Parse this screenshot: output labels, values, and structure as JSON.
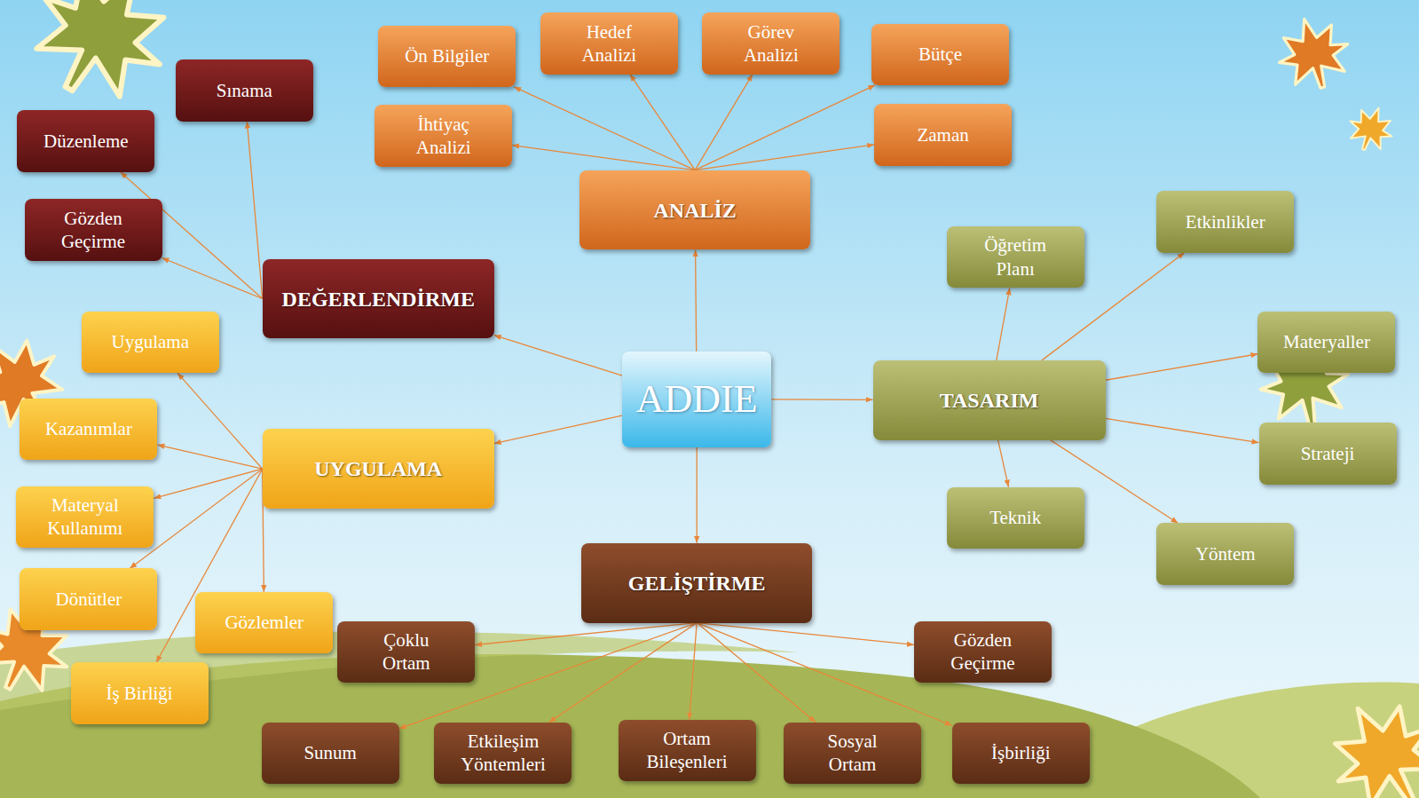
{
  "diagram": {
    "nodes": [
      {
        "text": [
          "ADDIE"
        ]
      },
      {
        "text": [
          "ANALİZ"
        ]
      },
      {
        "text": [
          "Ön Bilgiler"
        ]
      },
      {
        "text": [
          "Hedef Analizi"
        ]
      },
      {
        "text": [
          "Görev Analizi"
        ]
      },
      {
        "text": [
          "Bütçe"
        ]
      },
      {
        "text": [
          "İhtiyaç Analizi"
        ]
      },
      {
        "text": [
          "Zaman"
        ]
      },
      {
        "text": [
          "TASARIM"
        ]
      },
      {
        "text": [
          "Öğretim Planı"
        ]
      },
      {
        "text": [
          "Etkinlikler"
        ]
      },
      {
        "text": [
          "Materyaller"
        ]
      },
      {
        "text": [
          "Strateji"
        ]
      },
      {
        "text": [
          "Teknik"
        ]
      },
      {
        "text": [
          "Yöntem"
        ]
      },
      {
        "text": [
          "GELİŞTİRME"
        ]
      },
      {
        "text": [
          "Çoklu Ortam"
        ]
      },
      {
        "text": [
          "Gözden Geçirme"
        ]
      },
      {
        "text": [
          "Sunum"
        ]
      },
      {
        "text": [
          "Etkileşim Yöntemleri"
        ]
      },
      {
        "text": [
          "Ortam Bileşenleri"
        ]
      },
      {
        "text": [
          "Sosyal Ortam"
        ]
      },
      {
        "text": [
          "İşbirliği"
        ]
      },
      {
        "text": [
          "UYGULAMA"
        ]
      },
      {
        "text": [
          "Uygulama"
        ]
      },
      {
        "text": [
          "Kazanımlar"
        ]
      },
      {
        "text": [
          "Materyal Kullanımı"
        ]
      },
      {
        "text": [
          "Dönütler"
        ]
      },
      {
        "text": [
          "Gözlemler"
        ]
      },
      {
        "text": [
          "İş Birliği"
        ]
      },
      {
        "text": [
          "DEĞERLENDİRME"
        ]
      },
      {
        "text": [
          "Sınama"
        ]
      },
      {
        "text": [
          "Düzenleme"
        ]
      },
      {
        "text": [
          "Gözden Geçirme"
        ]
      }
    ],
    "edges": [
      {
        "from": 0,
        "to": 1,
        "arrow": "to"
      },
      {
        "from": 0,
        "to": 8,
        "arrow": "to"
      },
      {
        "from": 0,
        "to": 15,
        "arrow": "to"
      },
      {
        "from": 0,
        "to": 23,
        "arrow": "to"
      },
      {
        "from": 0,
        "to": 30,
        "arrow": "to"
      },
      {
        "from": 1,
        "to": 2,
        "arrow": "to"
      },
      {
        "from": 1,
        "to": 3,
        "arrow": "to"
      },
      {
        "from": 1,
        "to": 4,
        "arrow": "to"
      },
      {
        "from": 1,
        "to": 5,
        "arrow": "to"
      },
      {
        "from": 1,
        "to": 6,
        "arrow": "to"
      },
      {
        "from": 1,
        "to": 7,
        "arrow": "to"
      },
      {
        "from": 8,
        "to": 9,
        "arrow": "to"
      },
      {
        "from": 8,
        "to": 10,
        "arrow": "to"
      },
      {
        "from": 8,
        "to": 11,
        "arrow": "to"
      },
      {
        "from": 8,
        "to": 12,
        "arrow": "to"
      },
      {
        "from": 8,
        "to": 13,
        "arrow": "to"
      },
      {
        "from": 8,
        "to": 14,
        "arrow": "to"
      },
      {
        "from": 15,
        "to": 16,
        "arrow": "to"
      },
      {
        "from": 15,
        "to": 17,
        "arrow": "to"
      },
      {
        "from": 15,
        "to": 18,
        "arrow": "to"
      },
      {
        "from": 15,
        "to": 19,
        "arrow": "to"
      },
      {
        "from": 15,
        "to": 20,
        "arrow": "to"
      },
      {
        "from": 15,
        "to": 21,
        "arrow": "to"
      },
      {
        "from": 15,
        "to": 22,
        "arrow": "to"
      },
      {
        "from": 23,
        "to": 24,
        "arrow": "to"
      },
      {
        "from": 23,
        "to": 25,
        "arrow": "to"
      },
      {
        "from": 23,
        "to": 26,
        "arrow": "to"
      },
      {
        "from": 23,
        "to": 27,
        "arrow": "to"
      },
      {
        "from": 23,
        "to": 28,
        "arrow": "to"
      },
      {
        "from": 23,
        "to": 29,
        "arrow": "to"
      },
      {
        "from": 30,
        "to": 31,
        "arrow": "to"
      },
      {
        "from": 30,
        "to": 32,
        "arrow": "to"
      },
      {
        "from": 30,
        "to": 33,
        "arrow": "to"
      }
    ]
  }
}
